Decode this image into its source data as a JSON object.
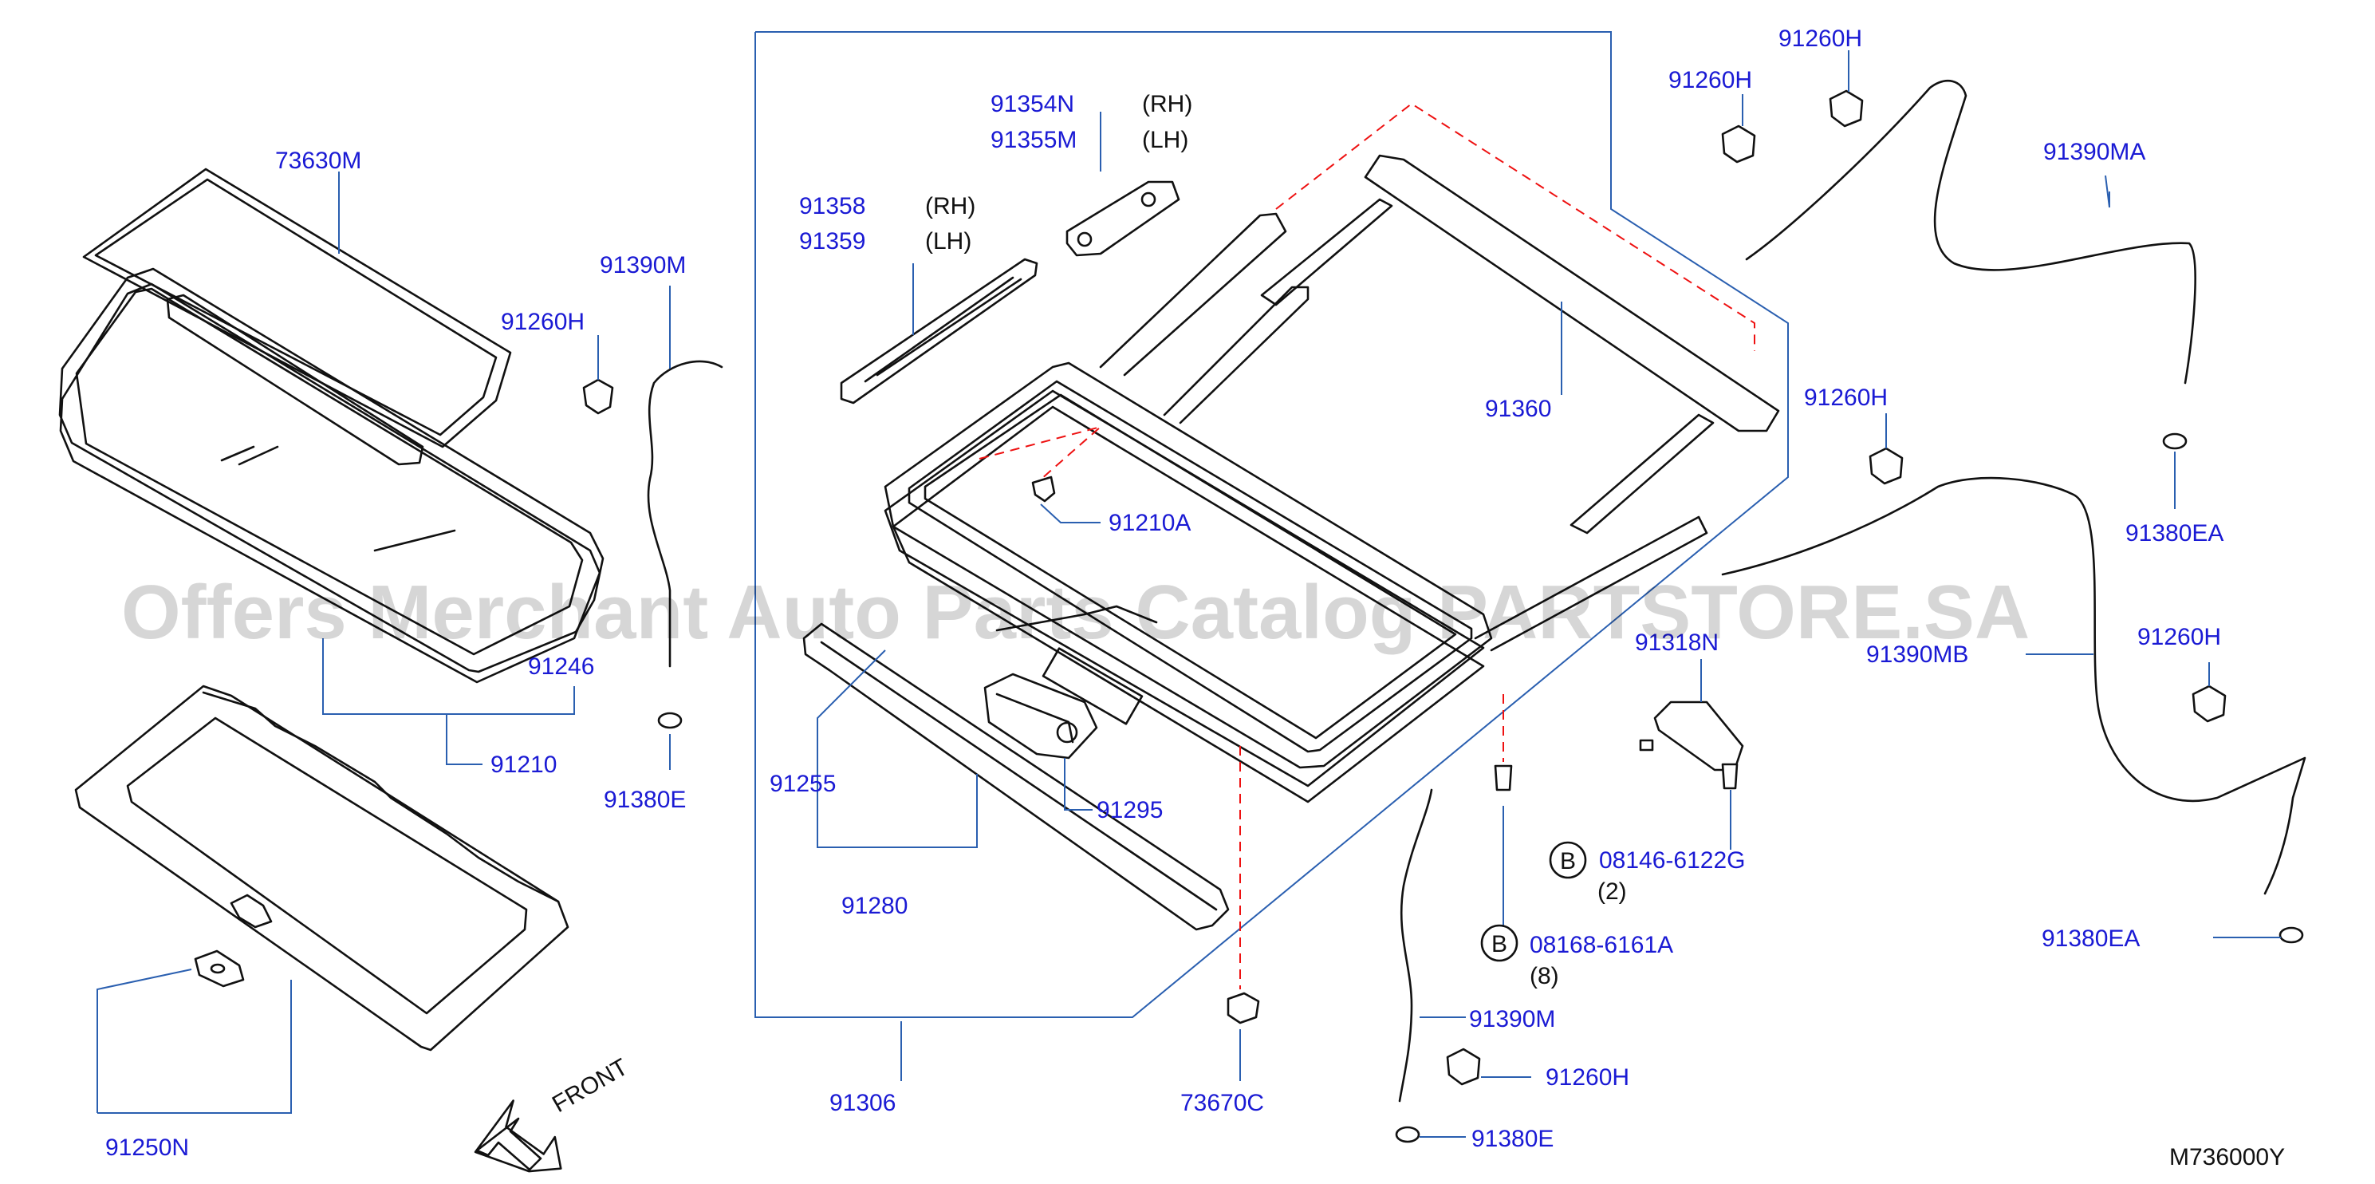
{
  "diagram_code": "M736000Y",
  "watermark": "Offers Merchant Auto Parts Catalog PARTSTORE.SA",
  "front_label": "FRONT",
  "bolt_marker": "B",
  "colors": {
    "part_number": "#1a1ad4",
    "leader": "#2a5fb0",
    "dashed_guide": "#e11111",
    "line_art": "#111111"
  },
  "parts": {
    "p73630M": "73630M",
    "p91390M_a": "91390M",
    "p91260H_a": "91260H",
    "p91246": "91246",
    "p91210": "91210",
    "p91380E_a": "91380E",
    "p91250N": "91250N",
    "p91354N": "91354N",
    "p91355M": "91355M",
    "p91358": "91358",
    "p91359": "91359",
    "p91360": "91360",
    "p91210A": "91210A",
    "p91255": "91255",
    "p91295": "91295",
    "p91280": "91280",
    "p91306": "91306",
    "p73670C": "73670C",
    "p91260H_b": "91260H",
    "p91260H_c": "91260H",
    "p91390MA": "91390MA",
    "p91260H_d": "91260H",
    "p91380EA_a": "91380EA",
    "p91318N": "91318N",
    "p91390MB": "91390MB",
    "p91260H_e": "91260H",
    "p08146": "08146-6122G",
    "p08168": "08168-6161A",
    "p91380EA_b": "91380EA",
    "p91390M_b": "91390M",
    "p91260H_f": "91260H",
    "p91380E_b": "91380E"
  },
  "sides": {
    "rh_1": "(RH)",
    "lh_1": "(LH)",
    "rh_2": "(RH)",
    "lh_2": "(LH)"
  },
  "quantities": {
    "q2": "(2)",
    "q8": "(8)"
  }
}
